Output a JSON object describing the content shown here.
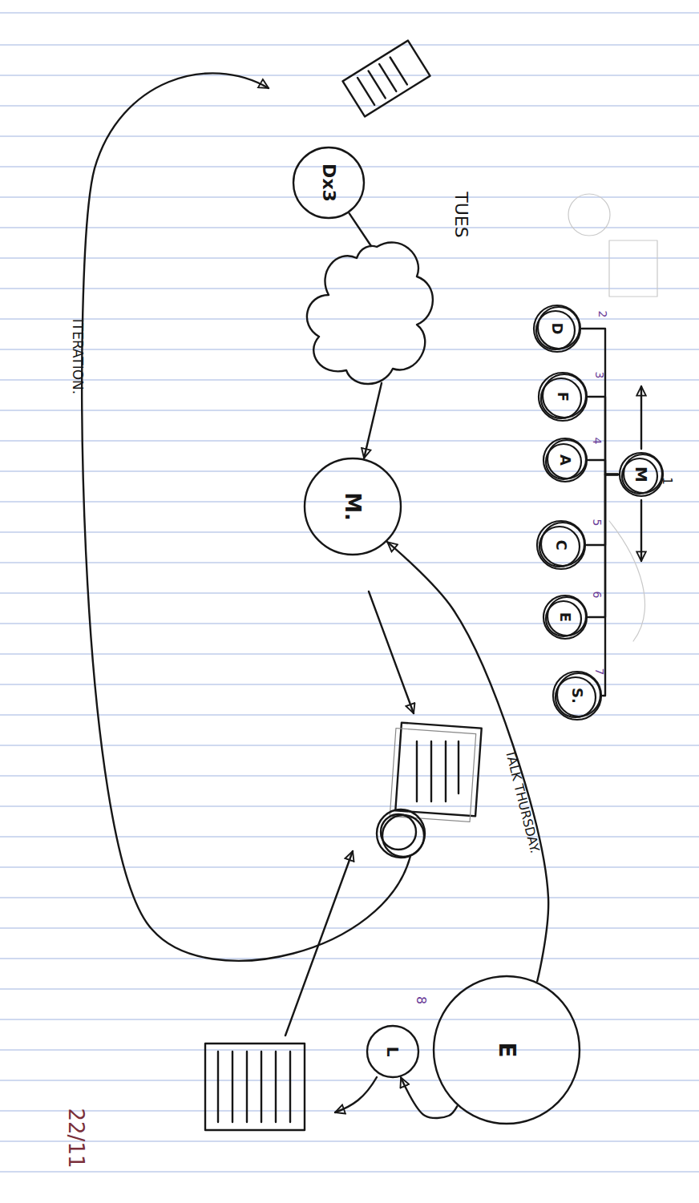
{
  "diagram": {
    "nodes": [
      {
        "text": [
          "Dx3"
        ]
      },
      {
        "text": [
          "M."
        ]
      },
      {
        "text": [
          "M"
        ]
      },
      {
        "text": [
          "D"
        ]
      },
      {
        "text": [
          "F"
        ]
      },
      {
        "text": [
          "A"
        ]
      },
      {
        "text": [
          "C"
        ]
      },
      {
        "text": [
          "E"
        ]
      },
      {
        "text": [
          "S."
        ]
      },
      {
        "text": [
          "L"
        ]
      },
      {
        "text": [
          "E"
        ]
      }
    ],
    "edges": [
      {
        "from": 0,
        "to": 1,
        "arrow": "to"
      },
      {
        "from": 2,
        "to": 3,
        "arrow": "none"
      },
      {
        "from": 2,
        "to": 4,
        "arrow": "none"
      },
      {
        "from": 2,
        "to": 5,
        "arrow": "none"
      },
      {
        "from": 2,
        "to": 6,
        "arrow": "none"
      },
      {
        "from": 2,
        "to": 7,
        "arrow": "none"
      },
      {
        "from": 2,
        "to": 8,
        "arrow": "none"
      },
      {
        "from": 10,
        "to": 9,
        "arrow": "to"
      },
      {
        "from": 10,
        "to": 1,
        "label": "TALK THURSDAY.",
        "arrow": "to"
      }
    ],
    "labels": [
      "TUES",
      "ITERATION.",
      "22/11",
      "1",
      "2",
      "3",
      "4",
      "5",
      "6",
      "7",
      "8"
    ]
  }
}
